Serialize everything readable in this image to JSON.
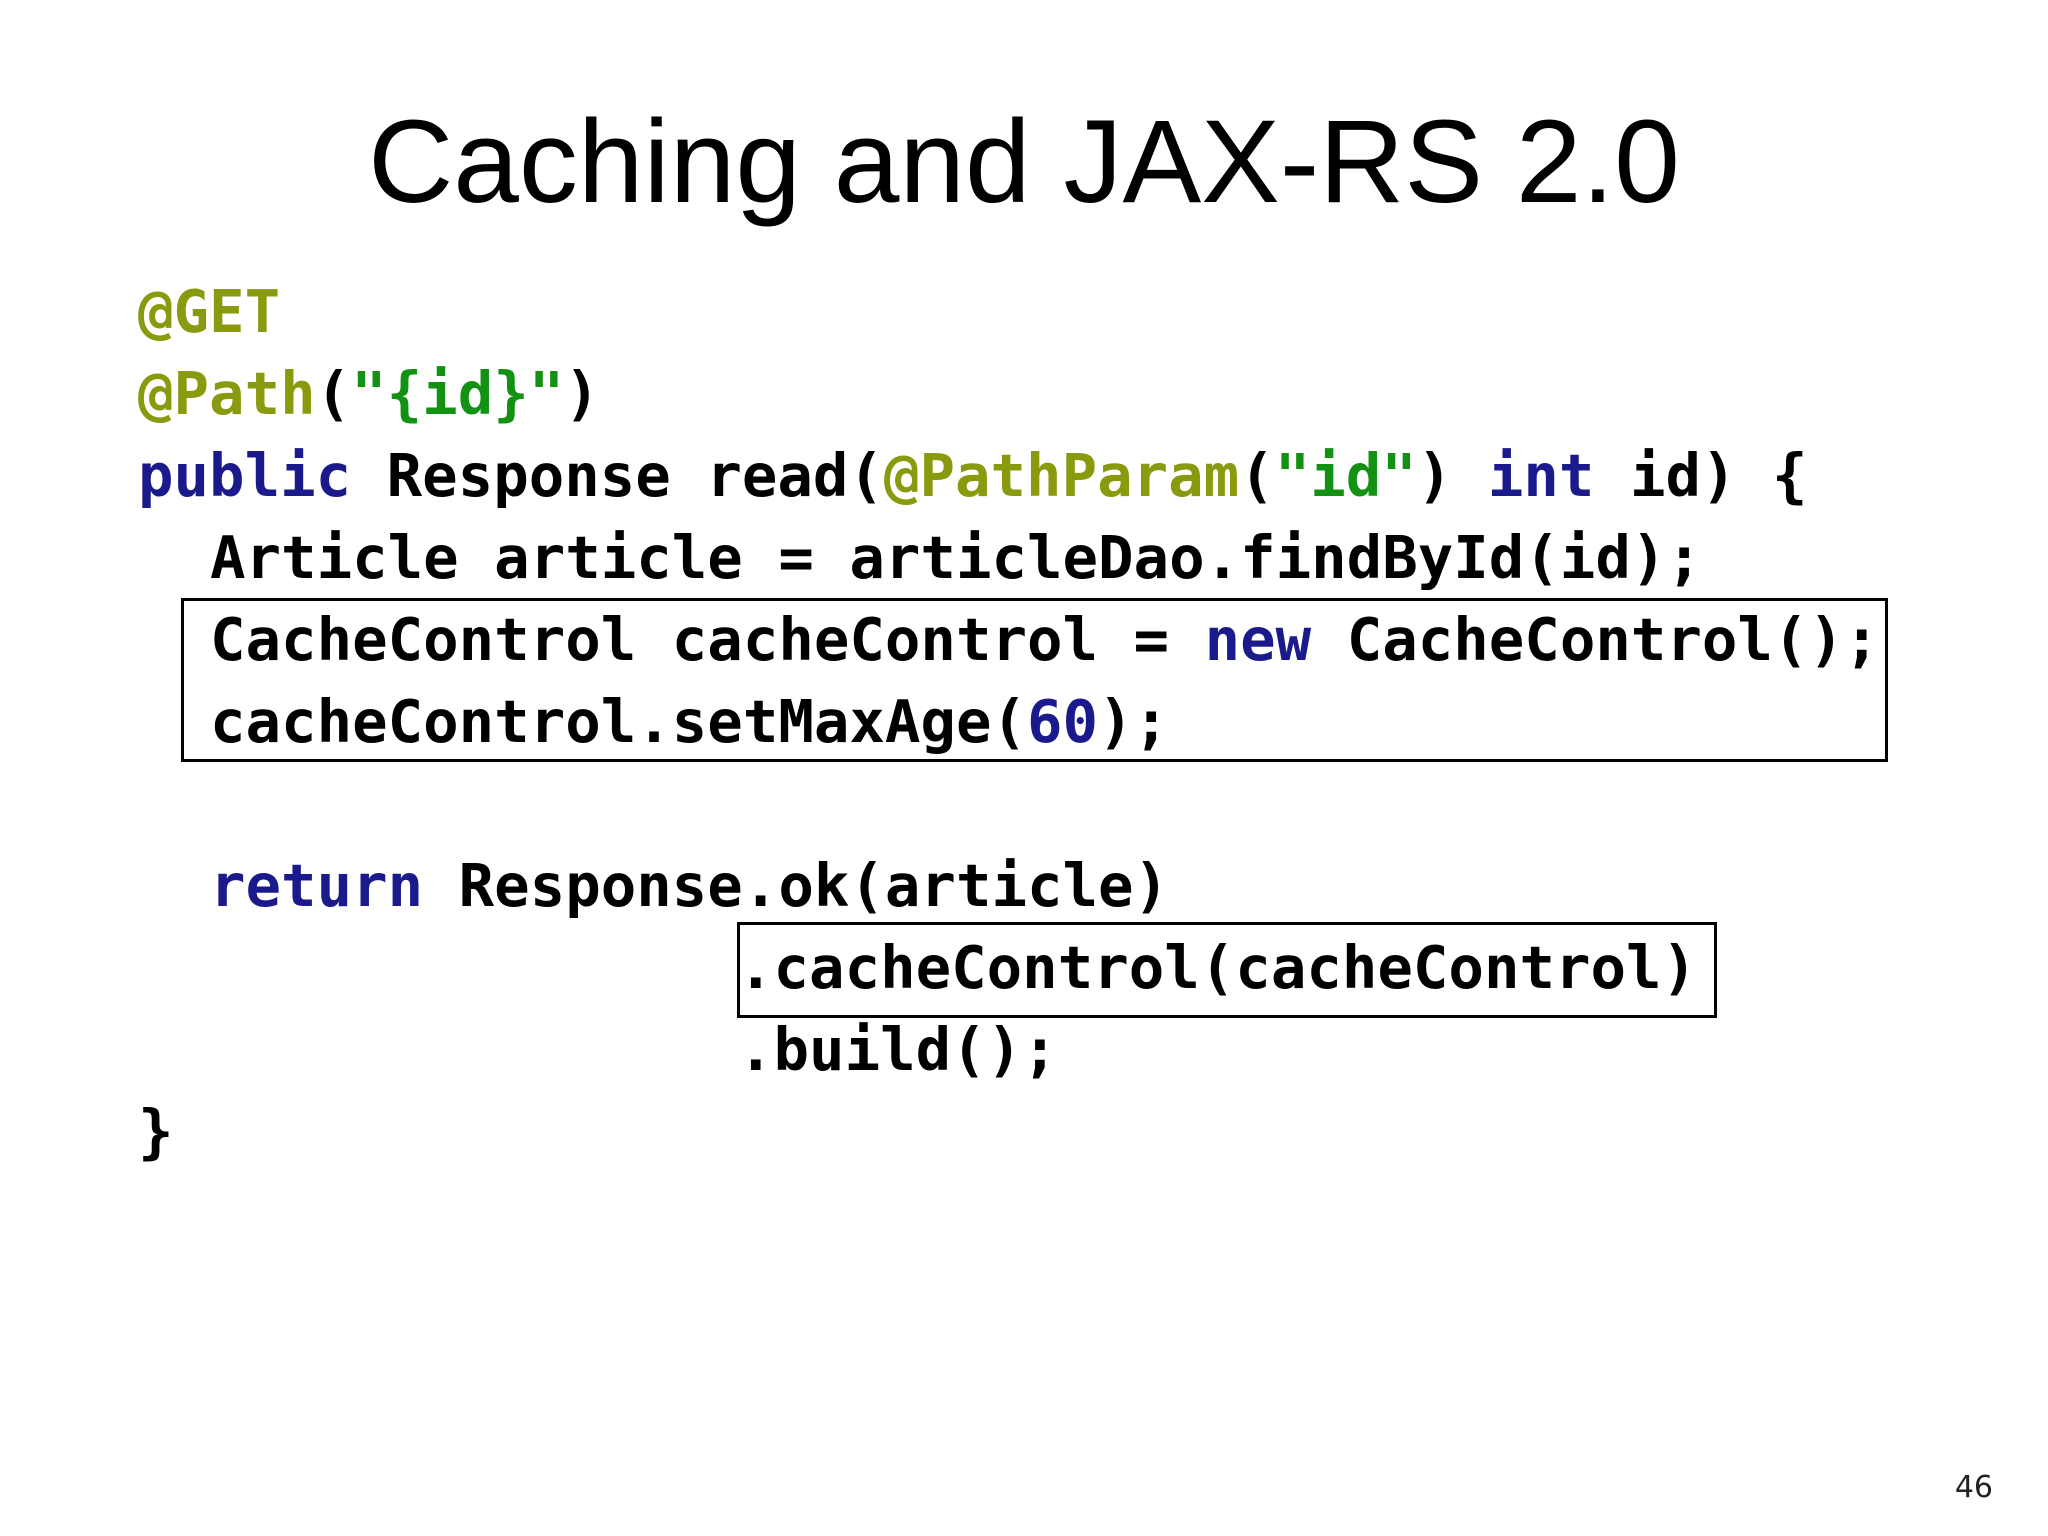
{
  "slide": {
    "title": "Caching and JAX-RS 2.0",
    "page_number": "46"
  },
  "code": {
    "l1": {
      "ann": "@GET"
    },
    "l2": {
      "ann": "@Path",
      "open": "(",
      "str": "\"{id}\"",
      "close": ")"
    },
    "l3": {
      "kw1": "public",
      "t1": " Response read(",
      "ann": "@PathParam",
      "t2": "(",
      "str": "\"id\"",
      "t3": ") ",
      "kw2": "int",
      "t4": " id) {"
    },
    "l4": {
      "text": "Article article = articleDao.findById(id);"
    },
    "l5": {
      "t1": "CacheControl cacheControl = ",
      "kw": "new",
      "t2": " CacheControl();"
    },
    "l6": {
      "t1": "cacheControl.setMaxAge(",
      "num": "60",
      "t2": ");"
    },
    "l7": {
      "kw": "return",
      "t1": " Response.ok(article)"
    },
    "l8": {
      "text": ".cacheControl(cacheControl)"
    },
    "l9": {
      "text": ".build();"
    },
    "l10": {
      "text": "}"
    }
  },
  "colors": {
    "annotation": "#8a9a0f",
    "keyword": "#1a1a8c",
    "string": "#129112",
    "text": "#000000"
  }
}
